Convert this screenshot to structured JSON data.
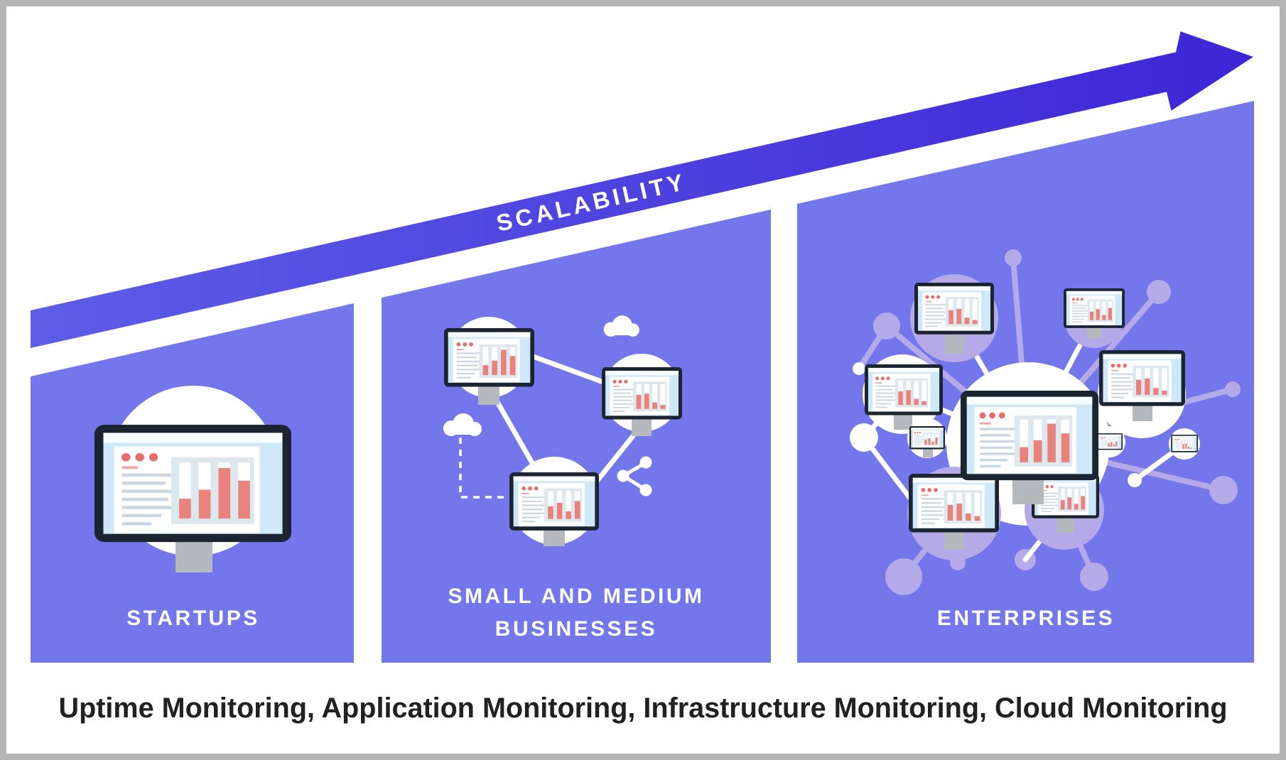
{
  "arrow": {
    "label": "SCALABILITY"
  },
  "panels": [
    {
      "id": "startups",
      "label": "STARTUPS"
    },
    {
      "id": "smb",
      "label_line1": "SMALL AND MEDIUM",
      "label_line2": "BUSINESSES"
    },
    {
      "id": "enterprises",
      "label": "ENTERPRISES"
    }
  ],
  "caption": "Uptime Monitoring, Application Monitoring, Infrastructure Monitoring, Cloud Monitoring",
  "colors": {
    "panel_purple": "#7377eb",
    "arrow_gradient_start": "#5d5de7",
    "arrow_gradient_end": "#3d26d6",
    "monitor_bezel": "#1b2531",
    "monitor_screen": "#cfe8f7",
    "chart_bar_fill": "#e9817d",
    "light_purple_accent": "#b4aae8",
    "caption_color": "#232023",
    "frame_border": "#b5b5b5"
  },
  "icons": [
    "monitor-icon",
    "cloud-icon",
    "share-icon",
    "network-node-icon",
    "arrow-icon"
  ]
}
